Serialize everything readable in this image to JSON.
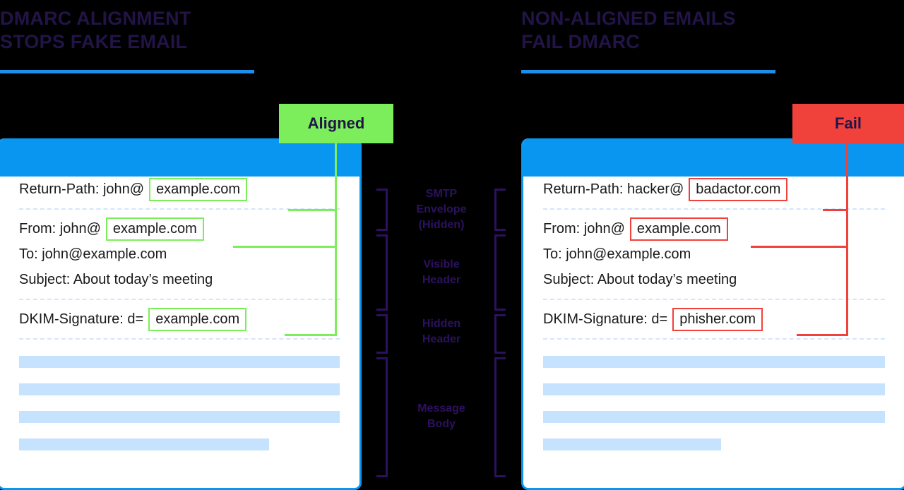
{
  "headings": {
    "left": "DMARC ALIGNMENT\nSTOPS FAKE EMAIL",
    "right": "NON-ALIGNED EMAILS\nFAIL DMARC"
  },
  "badges": {
    "left": "Aligned",
    "right": "Fail"
  },
  "colors": {
    "heading_text": "#221447",
    "rule": "#1E8FE8",
    "card_border": "#0896F0",
    "card_topbar": "#0896F0",
    "aligned_green": "#7CEE5B",
    "fail_red": "#F0413A",
    "body_bar": "#C5E3FE",
    "separator": "#D3E6FB",
    "label_purple": "#2C1160"
  },
  "middle_labels": [
    {
      "text": "SMTP\nEnvelope\n(Hidden)"
    },
    {
      "text": "Visible\nHeader"
    },
    {
      "text": "Hidden\nHeader"
    },
    {
      "text": "Message\nBody"
    }
  ],
  "left_card": {
    "status": "aligned",
    "envelope": [
      {
        "prefix": "Return-Path: john@",
        "domain": "example.com",
        "boxed": true
      }
    ],
    "visible_header": [
      {
        "prefix": "From: john@",
        "domain": "example.com",
        "boxed": true
      },
      {
        "prefix": "To: john@example.com",
        "domain": "",
        "boxed": false
      },
      {
        "prefix": "Subject: About today’s meeting",
        "domain": "",
        "boxed": false
      }
    ],
    "hidden_header": [
      {
        "prefix": "DKIM-Signature: d=",
        "domain": "example.com",
        "boxed": true
      }
    ],
    "body_bars": [
      "100%",
      "100%",
      "100%",
      "78%"
    ]
  },
  "right_card": {
    "status": "fail",
    "envelope": [
      {
        "prefix": "Return-Path: hacker@",
        "domain": "badactor.com",
        "boxed": true
      }
    ],
    "visible_header": [
      {
        "prefix": "From: john@",
        "domain": "example.com",
        "boxed": true
      },
      {
        "prefix": "To: john@example.com",
        "domain": "",
        "boxed": false
      },
      {
        "prefix": "Subject: About today’s meeting",
        "domain": "",
        "boxed": false
      }
    ],
    "hidden_header": [
      {
        "prefix": "DKIM-Signature: d=",
        "domain": "phisher.com",
        "boxed": true
      }
    ],
    "body_bars": [
      "100%",
      "100%",
      "100%",
      "52%"
    ]
  }
}
